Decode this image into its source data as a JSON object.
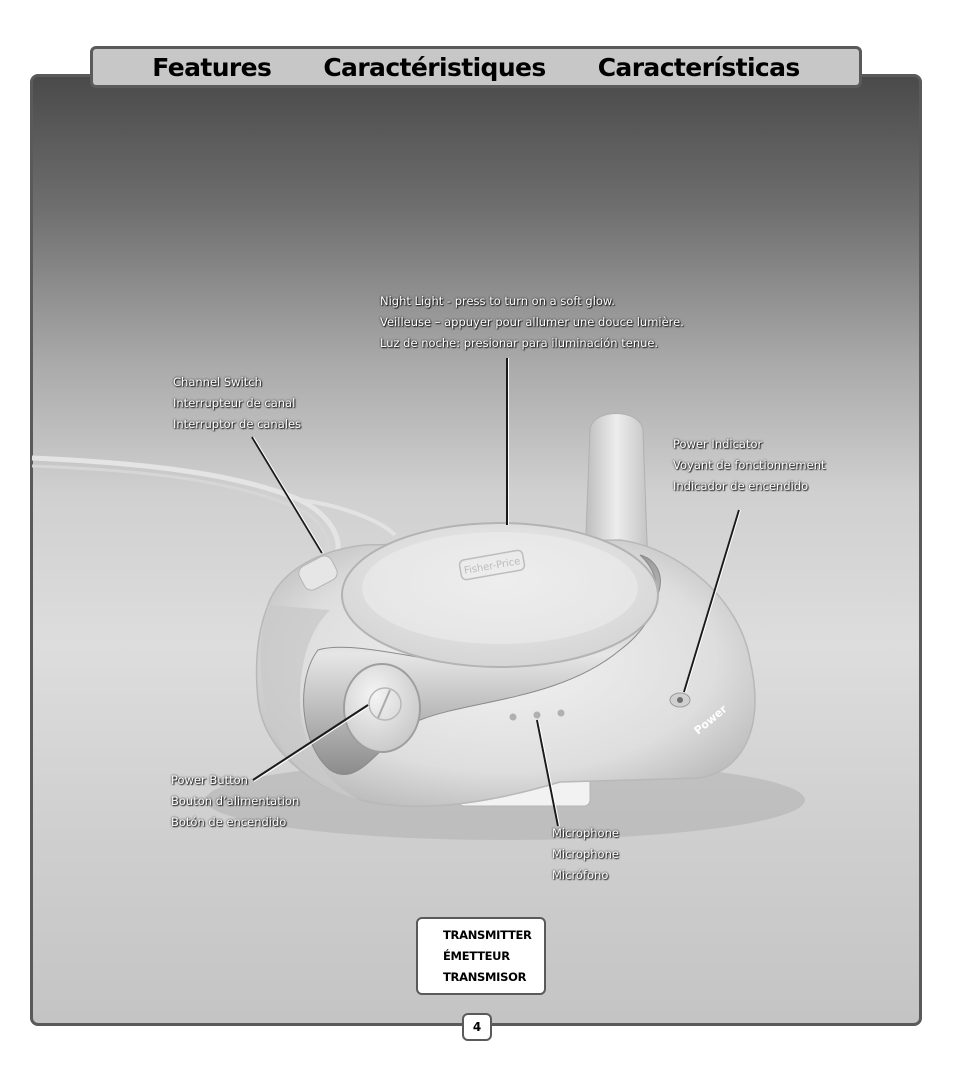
{
  "header": {
    "title_en": "Features",
    "title_fr": "Caractéristiques",
    "title_es": "Características"
  },
  "callouts": {
    "night_light": {
      "en": "Night Light - press to turn on a soft glow.",
      "fr": "Veilleuse – appuyer pour allumer une douce lumière.",
      "es": "Luz de noche: presionar para iluminación tenue."
    },
    "channel_switch": {
      "en": "Channel Switch",
      "fr": "Interrupteur de canal",
      "es": "Interruptor de canales"
    },
    "power_indicator": {
      "en": "Power Indicator",
      "fr": "Voyant de fonctionnement",
      "es": "Indicador de encendido"
    },
    "power_button": {
      "en": "Power Button",
      "fr": "Bouton d’alimentation",
      "es": "Botón de encendido"
    },
    "microphone": {
      "en": "Microphone",
      "fr": "Microphone",
      "es": "Micrófono"
    }
  },
  "device": {
    "logo_text": "Fisher-Price",
    "power_label": "Power"
  },
  "unit_label": {
    "en": "TRANSMITTER",
    "fr": "ÉMETTEUR",
    "es": "TRANSMISOR"
  },
  "page_number": "4"
}
